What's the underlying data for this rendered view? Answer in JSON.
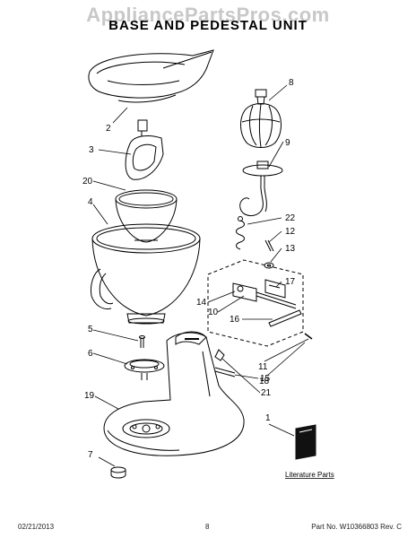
{
  "watermark": "AppliancePartsPros.com",
  "title": "BASE AND PEDESTAL UNIT",
  "callouts": {
    "c1": "1",
    "c2": "2",
    "c3": "3",
    "c4": "4",
    "c5": "5",
    "c6": "6",
    "c7": "7",
    "c8": "8",
    "c9": "9",
    "c10": "10",
    "c11": "11",
    "c12": "12",
    "c13": "13",
    "c14": "14",
    "c15": "15",
    "c16": "16",
    "c17": "17",
    "c18": "18",
    "c19": "19",
    "c20": "20",
    "c21": "21",
    "c22": "22"
  },
  "literature_label": "Literature Parts",
  "footer": {
    "date": "02/21/2013",
    "page": "8",
    "part": "Part No. W10366803 Rev. C"
  }
}
